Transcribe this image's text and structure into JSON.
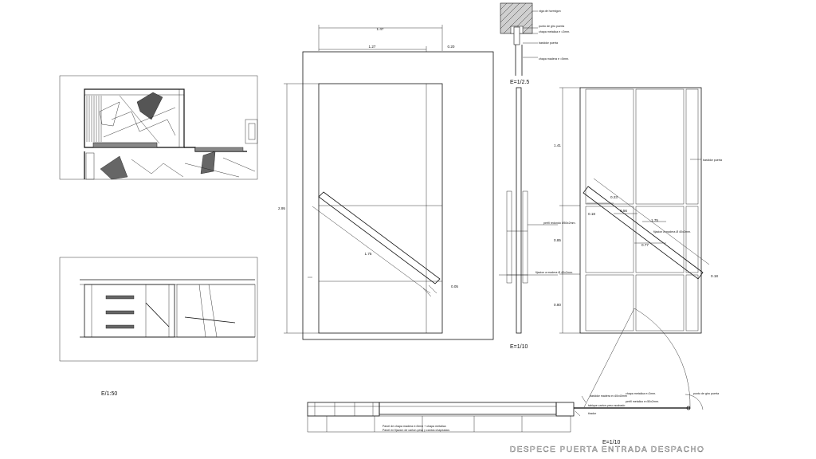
{
  "sheet": {
    "title": "DESPECE PUERTA ENTRADA DESPACHO",
    "scales": {
      "plan": "E/1:50",
      "detail": "E=1/2.5",
      "section": "E=1/10",
      "elevation": "E=1/10"
    }
  },
  "door_elevation": {
    "overall_width": "1.47",
    "leaf_width": "1.27",
    "side_width": "0.20",
    "height": "2.95",
    "diagonal": "1.75",
    "handle_offset": "0.05"
  },
  "detail_labels": [
    "viga de hormigon",
    "punto de giro puerta",
    "chapa metalica e =2mm.",
    "bastidor puerta",
    "chapa madera e =5mm."
  ],
  "section_labels": {
    "profile": "perfil redondo Ø50x2mm.",
    "fixing": "fijacion a madera Ø 40x2mm."
  },
  "frame_elevation": {
    "upper_height": "1.41",
    "mid_height": "0.85",
    "lower_height": "0.80",
    "dim_a": "0.23",
    "dim_b": "0.18",
    "dim_c": "0.56",
    "dim_d": "1.75",
    "dim_e": "0.77",
    "dim_f": "0.18",
    "label_frame": "bastidor puerta",
    "label_fixing": "fijacion a madera Ø 40x2mm."
  },
  "plan_labels": [
    "bastidor madera e=40x40mm",
    "chapa metalica e=2mm.",
    "tabique carton-yeso acabado",
    "perfil metalico e=50x2mm.",
    "tirador",
    "punto de giro puerta",
    "Panel de chapa madera e=5mm + chapa metalica",
    "Panel en fijacion de carton-yeso y cantos chapeados"
  ]
}
